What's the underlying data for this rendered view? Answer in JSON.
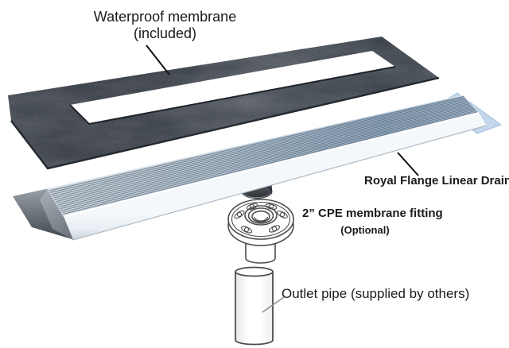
{
  "diagram": {
    "background": "#ffffff",
    "labels": {
      "membrane": {
        "line1": "Waterproof membrane",
        "line2": "(included)"
      },
      "drain": {
        "text": "Royal Flange Linear Drain"
      },
      "fitting": {
        "line1": "2” CPE membrane fitting",
        "line2": "(Optional)"
      },
      "pipe": {
        "text": "Outlet pipe (supplied by others)"
      }
    },
    "parts": [
      {
        "name": "waterproof-membrane",
        "color": "#454c55"
      },
      {
        "name": "royal-flange-linear-drain",
        "color": "#9fb2c6"
      },
      {
        "name": "cpe-membrane-fitting",
        "color": "#4d4d4d"
      },
      {
        "name": "outlet-pipe",
        "color": "#4d4d4d"
      }
    ],
    "colors": {
      "label_text": "#1b1b1b",
      "leader_dark": "#111111",
      "leader_gray": "#8c8c8c"
    }
  }
}
